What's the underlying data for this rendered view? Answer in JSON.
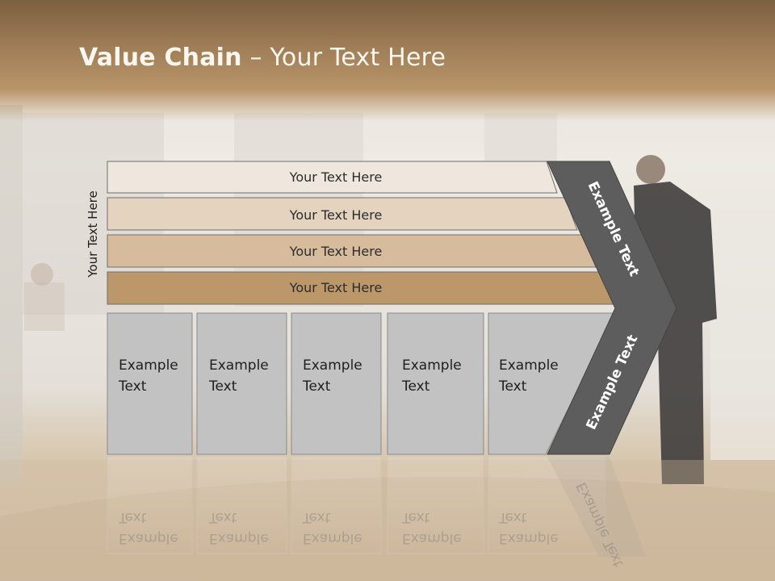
{
  "slide": {
    "title_bold": "Value Chain",
    "title_rest": " – Your Text Here",
    "side_label": "Your Text Here"
  },
  "bars": [
    {
      "label": "Your Text Here",
      "color": "#efe7dd"
    },
    {
      "label": "Your Text Here",
      "color": "#e3d3bf"
    },
    {
      "label": "Your Text Here",
      "color": "#d6bc9d"
    },
    {
      "label": "Your Text Here",
      "color": "#bb976a"
    }
  ],
  "boxes": [
    {
      "line1": "Example",
      "line2": "Text"
    },
    {
      "line1": "Example",
      "line2": "Text"
    },
    {
      "line1": "Example",
      "line2": "Text"
    },
    {
      "line1": "Example",
      "line2": "Text"
    },
    {
      "line1": "Example",
      "line2": "Text"
    }
  ],
  "chevron": {
    "top_label": "Example Text",
    "bottom_label": "Example Text",
    "color": "#5d5d5d"
  },
  "box_color": "#c2c2c2"
}
